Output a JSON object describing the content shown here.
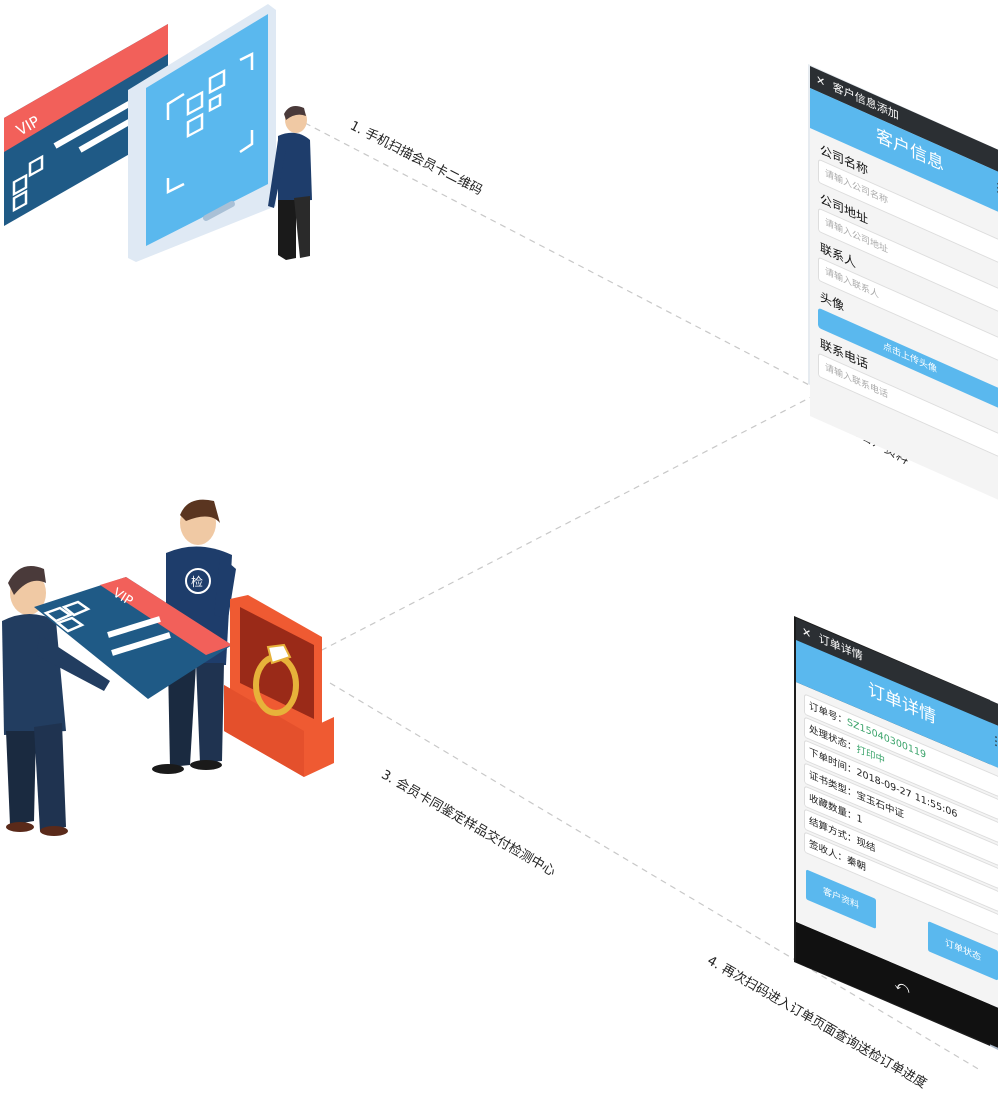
{
  "steps": {
    "s1": "1. 手机扫描会员卡二维码",
    "s2": "2. 填写客户资料",
    "s3": "3. 会员卡同鉴定样品交付检测中心",
    "s4": "4. 再次扫码进入订单页面查询送检订单进度"
  },
  "cards": {
    "vip_top": "VIP",
    "vip_bottom": "VIP",
    "badge": "检"
  },
  "phone1": {
    "bar_title": "客户信息添加",
    "header": "客户信息",
    "menu_glyph": "⋮",
    "close_glyph": "✕",
    "fields": [
      {
        "label": "公司名称",
        "placeholder": "请输入公司名称"
      },
      {
        "label": "公司地址",
        "placeholder": "请输入公司地址"
      },
      {
        "label": "联系人",
        "placeholder": "请输入联系人"
      },
      {
        "label": "头像",
        "button": "点击上传头像"
      },
      {
        "label": "联系电话",
        "placeholder": "请输入联系电话"
      }
    ]
  },
  "phone2": {
    "bar_title": "订单详情",
    "header": "订单详情",
    "menu_glyph": "⋮",
    "close_glyph": "✕",
    "rows": [
      {
        "label": "订单号：",
        "value": "SZ15040300119"
      },
      {
        "label": "处理状态：",
        "value": "打印中"
      },
      {
        "label": "下单时间：",
        "value": "2018-09-27   11:55:06"
      },
      {
        "label": "证书类型：",
        "value": "宝玉石中证"
      },
      {
        "label": "收藏数量：",
        "value": "1"
      },
      {
        "label": "结算方式：",
        "value": "现结"
      },
      {
        "label": "签收人：",
        "value": "秦朝"
      }
    ],
    "btn_left": "客户资料",
    "btn_right": "订单状态",
    "back_glyph": "⤺"
  },
  "colors": {
    "red": "#f2605a",
    "navy": "#1f5a86",
    "sky": "#5ab8ee",
    "dark": "#2b2f33",
    "orange": "#ef5a32"
  }
}
